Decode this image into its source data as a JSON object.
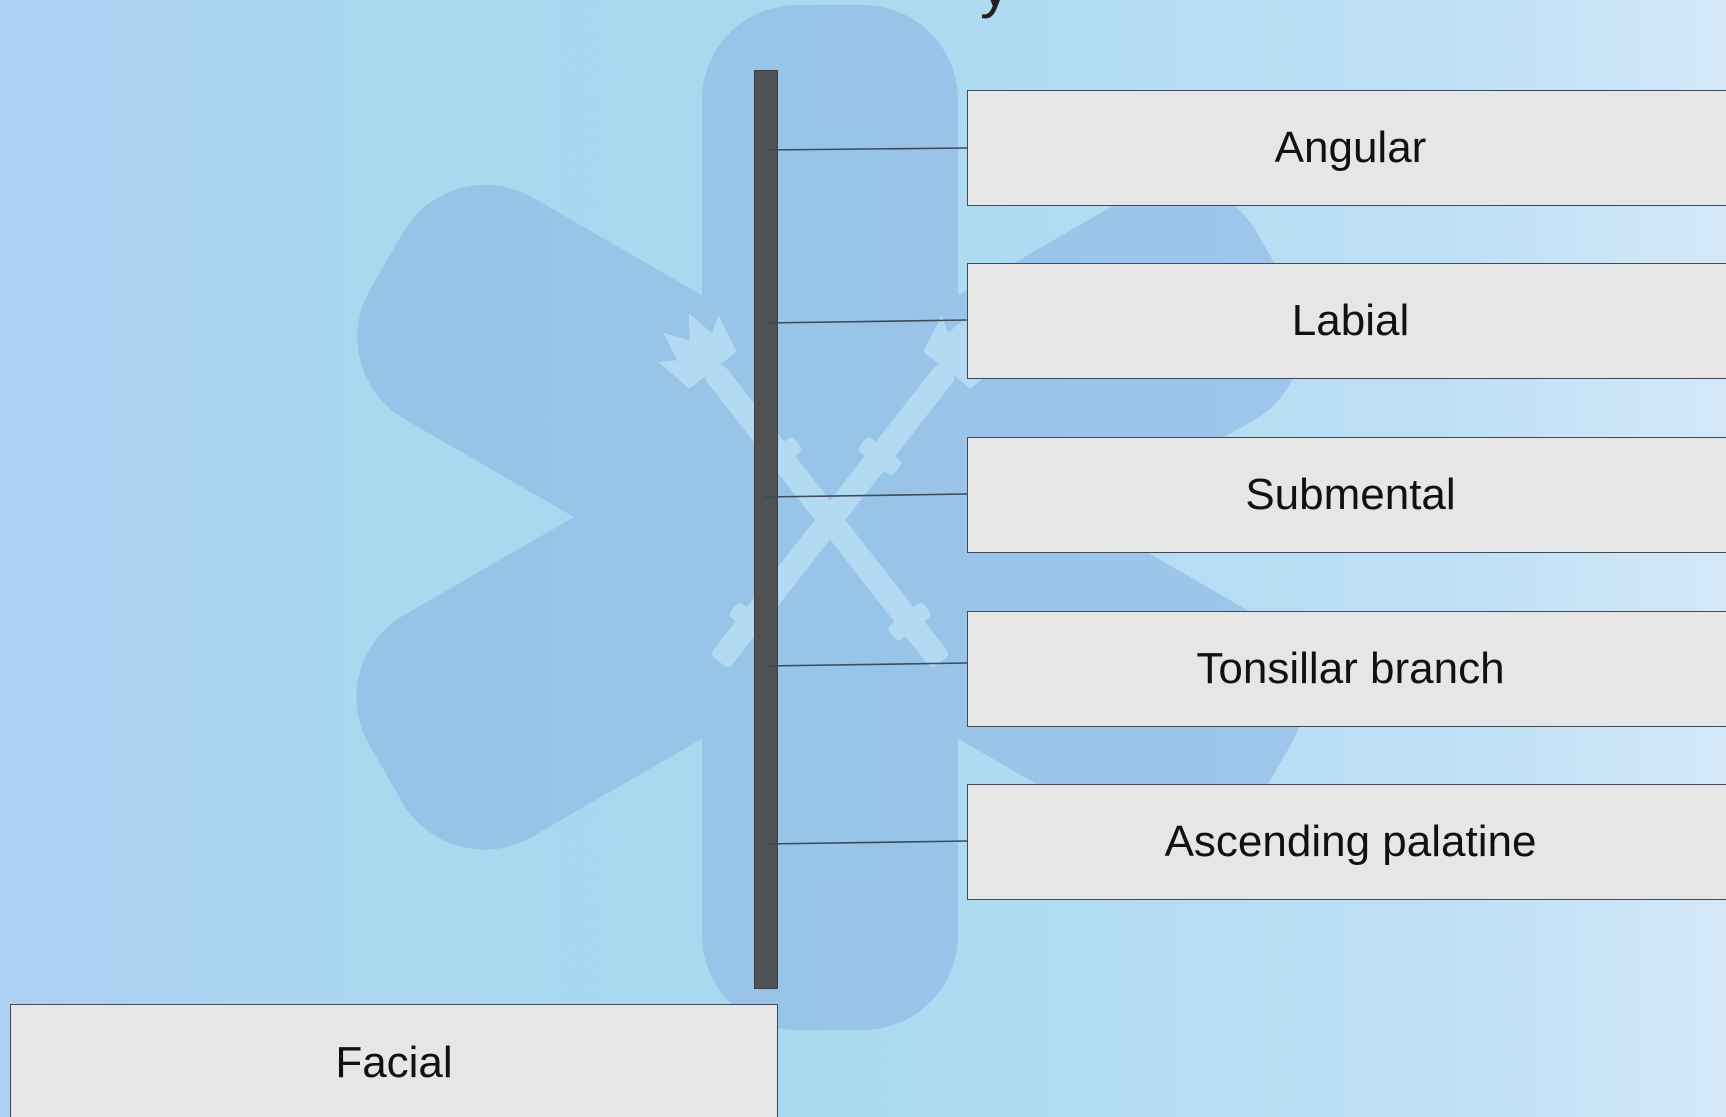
{
  "title_fragment": "y",
  "root": {
    "label": "Facial"
  },
  "branches": [
    {
      "label": "Angular"
    },
    {
      "label": "Labial"
    },
    {
      "label": "Submental"
    },
    {
      "label": "Tonsillar branch"
    },
    {
      "label": "Ascending palatine"
    }
  ],
  "watermark": {
    "icon": "star-of-life-icon",
    "color": "#8fb5e0"
  },
  "colors": {
    "trunk": "#4f5153",
    "box_fill": "#e6e6e6",
    "box_border": "#3f4a5a"
  }
}
